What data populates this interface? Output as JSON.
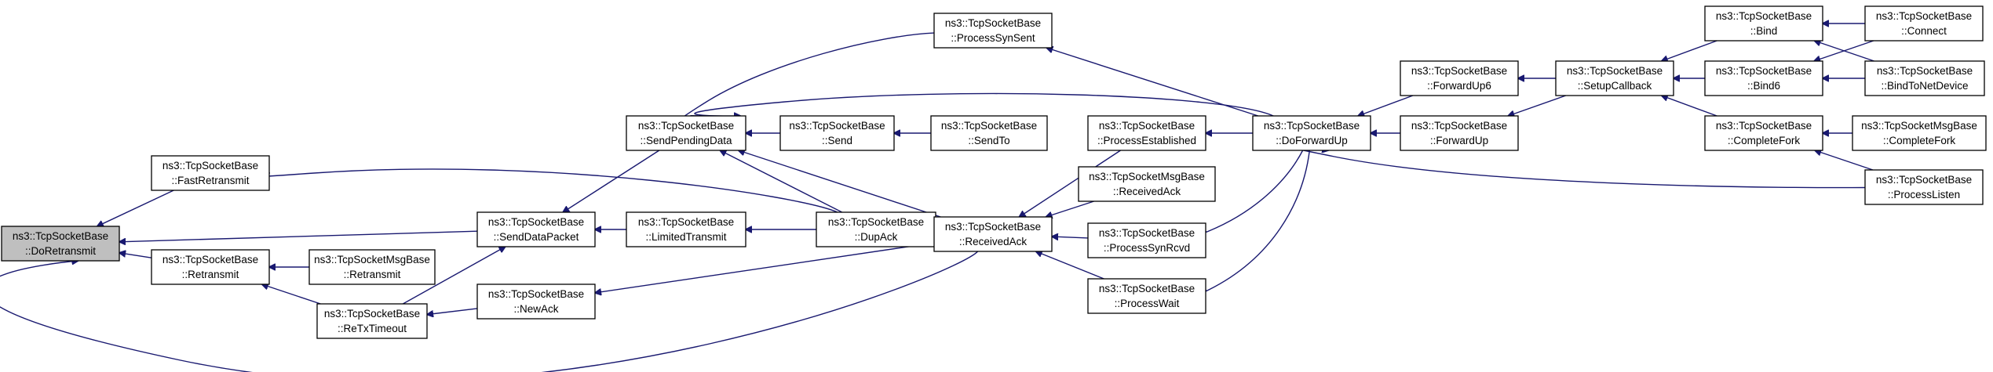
{
  "colors": {
    "edge": "#191970",
    "root_fill": "#bfbfbf",
    "node_fill": "#ffffff"
  },
  "nodes": [
    {
      "id": "doretransmit",
      "line1": "ns3::TcpSocketBase",
      "line2": "::DoRetransmit",
      "root": true
    },
    {
      "id": "fastretransmit",
      "line1": "ns3::TcpSocketBase",
      "line2": "::FastRetransmit"
    },
    {
      "id": "retransmit",
      "line1": "ns3::TcpSocketBase",
      "line2": "::Retransmit"
    },
    {
      "id": "msg-retransmit",
      "line1": "ns3::TcpSocketMsgBase",
      "line2": "::Retransmit"
    },
    {
      "id": "retxtimeout",
      "line1": "ns3::TcpSocketBase",
      "line2": "::ReTxTimeout"
    },
    {
      "id": "senddatapacket",
      "line1": "ns3::TcpSocketBase",
      "line2": "::SendDataPacket"
    },
    {
      "id": "newack",
      "line1": "ns3::TcpSocketBase",
      "line2": "::NewAck"
    },
    {
      "id": "limitedtransmit",
      "line1": "ns3::TcpSocketBase",
      "line2": "::LimitedTransmit"
    },
    {
      "id": "sendpendingdata",
      "line1": "ns3::TcpSocketBase",
      "line2": "::SendPendingData"
    },
    {
      "id": "send",
      "line1": "ns3::TcpSocketBase",
      "line2": "::Send"
    },
    {
      "id": "sendto",
      "line1": "ns3::TcpSocketBase",
      "line2": "::SendTo"
    },
    {
      "id": "dupack",
      "line1": "ns3::TcpSocketBase",
      "line2": "::DupAck"
    },
    {
      "id": "processsynsent",
      "line1": "ns3::TcpSocketBase",
      "line2": "::ProcessSynSent"
    },
    {
      "id": "receivedack",
      "line1": "ns3::TcpSocketBase",
      "line2": "::ReceivedAck"
    },
    {
      "id": "processestablished",
      "line1": "ns3::TcpSocketBase",
      "line2": "::ProcessEstablished"
    },
    {
      "id": "msg-receivedack",
      "line1": "ns3::TcpSocketMsgBase",
      "line2": "::ReceivedAck"
    },
    {
      "id": "processsynrcvd",
      "line1": "ns3::TcpSocketBase",
      "line2": "::ProcessSynRcvd"
    },
    {
      "id": "processwait",
      "line1": "ns3::TcpSocketBase",
      "line2": "::ProcessWait"
    },
    {
      "id": "doforwardup",
      "line1": "ns3::TcpSocketBase",
      "line2": "::DoForwardUp"
    },
    {
      "id": "forwardup6",
      "line1": "ns3::TcpSocketBase",
      "line2": "::ForwardUp6"
    },
    {
      "id": "forwardup",
      "line1": "ns3::TcpSocketBase",
      "line2": "::ForwardUp"
    },
    {
      "id": "setupcallback",
      "line1": "ns3::TcpSocketBase",
      "line2": "::SetupCallback"
    },
    {
      "id": "bind",
      "line1": "ns3::TcpSocketBase",
      "line2": "::Bind"
    },
    {
      "id": "bind6",
      "line1": "ns3::TcpSocketBase",
      "line2": "::Bind6"
    },
    {
      "id": "completefork",
      "line1": "ns3::TcpSocketBase",
      "line2": "::CompleteFork"
    },
    {
      "id": "connect",
      "line1": "ns3::TcpSocketBase",
      "line2": "::Connect"
    },
    {
      "id": "bindtonetdevice",
      "line1": "ns3::TcpSocketBase",
      "line2": "::BindToNetDevice"
    },
    {
      "id": "msg-completefork",
      "line1": "ns3::TcpSocketMsgBase",
      "line2": "::CompleteFork"
    },
    {
      "id": "processlisten",
      "line1": "ns3::TcpSocketBase",
      "line2": "::ProcessListen"
    }
  ],
  "edges": [
    {
      "from": "fastretransmit",
      "to": "doretransmit"
    },
    {
      "from": "senddatapacket",
      "to": "doretransmit"
    },
    {
      "from": "retransmit",
      "to": "doretransmit"
    },
    {
      "from": "receivedack",
      "to": "doretransmit"
    },
    {
      "from": "dupack",
      "to": "fastretransmit"
    },
    {
      "from": "msg-retransmit",
      "to": "retransmit"
    },
    {
      "from": "retxtimeout",
      "to": "retransmit"
    },
    {
      "from": "sendpendingdata",
      "to": "senddatapacket"
    },
    {
      "from": "limitedtransmit",
      "to": "senddatapacket"
    },
    {
      "from": "retxtimeout",
      "to": "senddatapacket"
    },
    {
      "from": "newack",
      "to": "retxtimeout"
    },
    {
      "from": "receivedack",
      "to": "newack"
    },
    {
      "from": "dupack",
      "to": "limitedtransmit"
    },
    {
      "from": "send",
      "to": "sendpendingdata"
    },
    {
      "from": "dupack",
      "to": "sendpendingdata"
    },
    {
      "from": "receivedack",
      "to": "sendpendingdata"
    },
    {
      "from": "processsynsent",
      "to": "sendpendingdata"
    },
    {
      "from": "doforwardup",
      "to": "sendpendingdata"
    },
    {
      "from": "sendto",
      "to": "send"
    },
    {
      "from": "receivedack",
      "to": "dupack"
    },
    {
      "from": "processestablished",
      "to": "receivedack"
    },
    {
      "from": "msg-receivedack",
      "to": "receivedack"
    },
    {
      "from": "processsynrcvd",
      "to": "receivedack"
    },
    {
      "from": "processwait",
      "to": "receivedack"
    },
    {
      "from": "doforwardup",
      "to": "processsynsent"
    },
    {
      "from": "doforwardup",
      "to": "processestablished"
    },
    {
      "from": "doforwardup",
      "to": "processsynrcvd"
    },
    {
      "from": "doforwardup",
      "to": "processwait"
    },
    {
      "from": "forwardup6",
      "to": "doforwardup"
    },
    {
      "from": "forwardup",
      "to": "doforwardup"
    },
    {
      "from": "setupcallback",
      "to": "forwardup6"
    },
    {
      "from": "setupcallback",
      "to": "forwardup"
    },
    {
      "from": "bind",
      "to": "setupcallback"
    },
    {
      "from": "bind6",
      "to": "setupcallback"
    },
    {
      "from": "completefork",
      "to": "setupcallback"
    },
    {
      "from": "connect",
      "to": "bind"
    },
    {
      "from": "bindtonetdevice",
      "to": "bind"
    },
    {
      "from": "connect",
      "to": "bind6"
    },
    {
      "from": "bindtonetdevice",
      "to": "bind6"
    },
    {
      "from": "msg-completefork",
      "to": "completefork"
    },
    {
      "from": "processlisten",
      "to": "completefork"
    },
    {
      "from": "processlisten",
      "to": "doforwardup"
    }
  ]
}
